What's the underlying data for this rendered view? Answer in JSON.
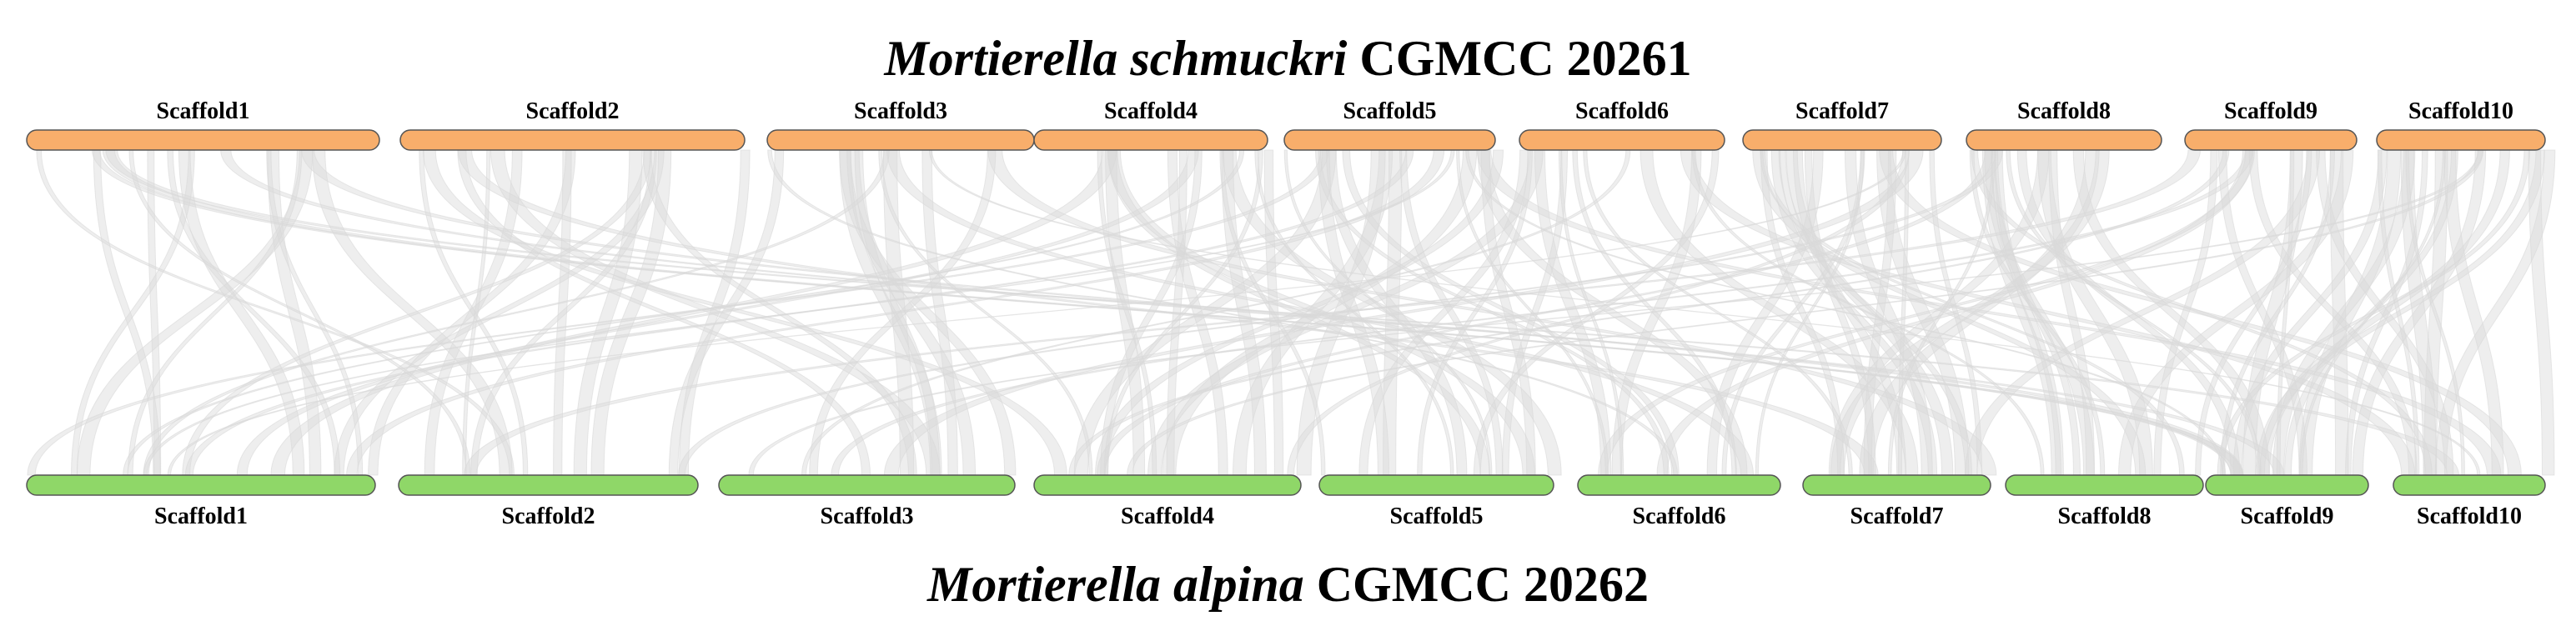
{
  "top_genome": {
    "species_italic": "Mortierella schmuckri",
    "strain": "CGMCC 20261",
    "color": "#F8AE6B",
    "scaffolds": [
      {
        "label": "Scaffold1"
      },
      {
        "label": "Scaffold2"
      },
      {
        "label": "Scaffold3"
      },
      {
        "label": "Scaffold4"
      },
      {
        "label": "Scaffold5"
      },
      {
        "label": "Scaffold6"
      },
      {
        "label": "Scaffold7"
      },
      {
        "label": "Scaffold8"
      },
      {
        "label": "Scaffold9"
      },
      {
        "label": "Scaffold10"
      }
    ]
  },
  "bottom_genome": {
    "species_italic": "Mortierella alpina",
    "strain": "CGMCC 20262",
    "color": "#8FD768",
    "scaffolds": [
      {
        "label": "Scaffold1"
      },
      {
        "label": "Scaffold2"
      },
      {
        "label": "Scaffold3"
      },
      {
        "label": "Scaffold4"
      },
      {
        "label": "Scaffold5"
      },
      {
        "label": "Scaffold6"
      },
      {
        "label": "Scaffold7"
      },
      {
        "label": "Scaffold8"
      },
      {
        "label": "Scaffold9"
      },
      {
        "label": "Scaffold10"
      }
    ]
  },
  "link_color": "#D9D9D9"
}
